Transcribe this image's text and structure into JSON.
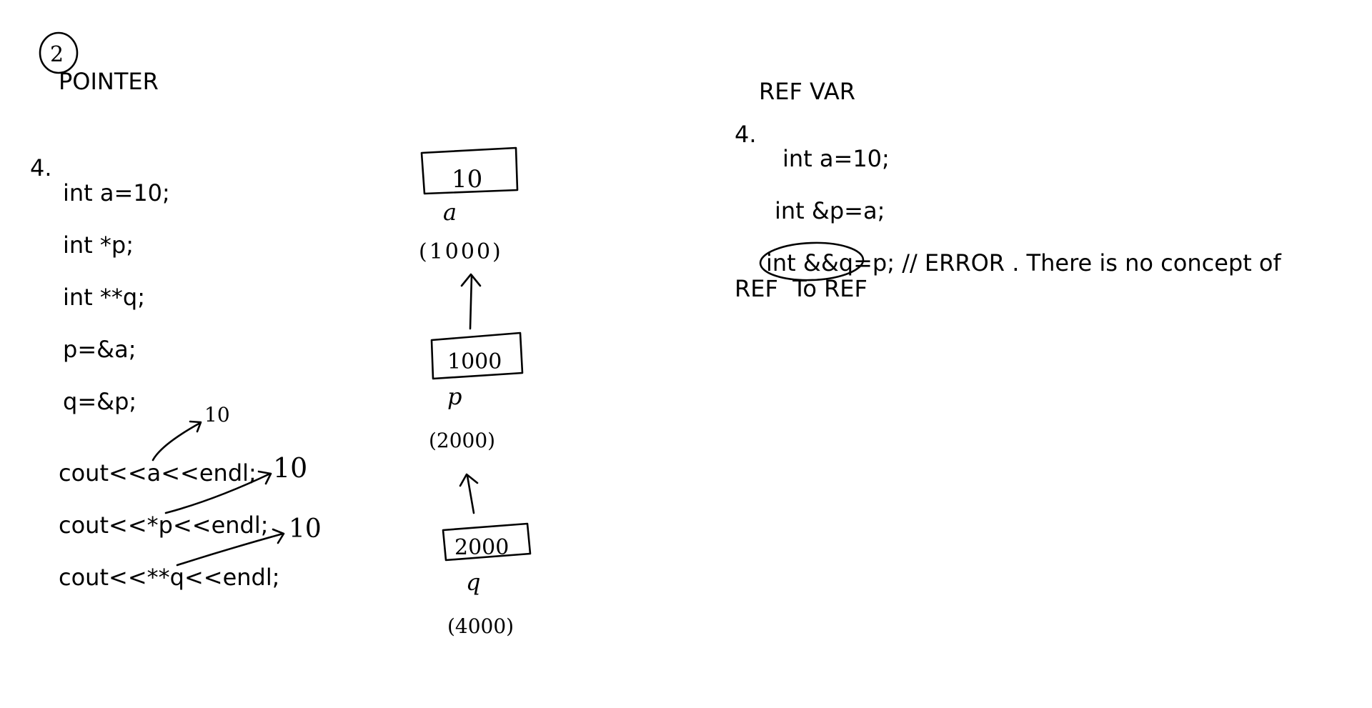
{
  "left": {
    "badge": "2",
    "title": "POINTER",
    "section_number": "4.",
    "code_lines": [
      "int a=10;",
      "int *p;",
      "int **q;",
      "p=&a;",
      "q=&p;"
    ],
    "output_lines": [
      "cout<<a<<endl;",
      "cout<<*p<<endl;",
      "cout<<**q<<endl;"
    ],
    "output_annotations": [
      "10",
      "10",
      "10"
    ]
  },
  "diagram": {
    "boxes": [
      {
        "value": "10",
        "var": "a",
        "address": "(1000)"
      },
      {
        "value": "1000",
        "var": "p",
        "address": "(2000)"
      },
      {
        "value": "2000",
        "var": "q",
        "address": "(4000)"
      }
    ]
  },
  "right": {
    "title": "REF VAR",
    "section_number": "4.",
    "code_lines": [
      "int a=10;",
      "int &p=a;"
    ],
    "error_line": "int &&q=p; // ERROR . There is no concept of",
    "error_continuation": "REF  To REF"
  }
}
